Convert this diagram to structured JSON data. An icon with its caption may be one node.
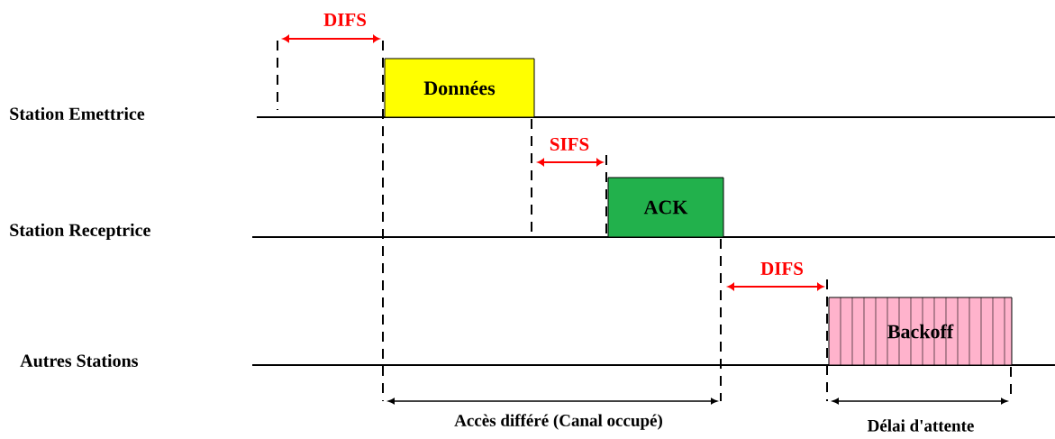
{
  "diagram": {
    "nodes": [
      {
        "text": [
          "Données"
        ]
      },
      {
        "text": [
          "ACK"
        ]
      },
      {
        "text": [
          "Backoff"
        ]
      }
    ],
    "labels": [
      "DIFS",
      "Station Emettrice",
      "SIFS",
      "Station Receptrice",
      "DIFS",
      "Autres Stations",
      "Accès différé (Canal occupé)",
      "Délai d'attente"
    ]
  }
}
